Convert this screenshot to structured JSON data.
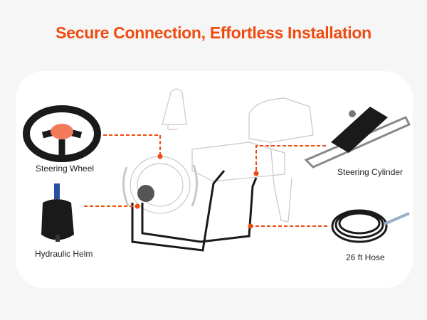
{
  "title": "Secure Connection, Effortless Installation",
  "components": [
    {
      "label": "Steering Wheel"
    },
    {
      "label": "Hydraulic Helm"
    },
    {
      "label": "Steering Cylinder"
    },
    {
      "label": "26 ft Hose"
    }
  ],
  "colors": {
    "accent": "#f04a0f",
    "product": "#1a1a1a",
    "outline": "#c8c8c8"
  }
}
